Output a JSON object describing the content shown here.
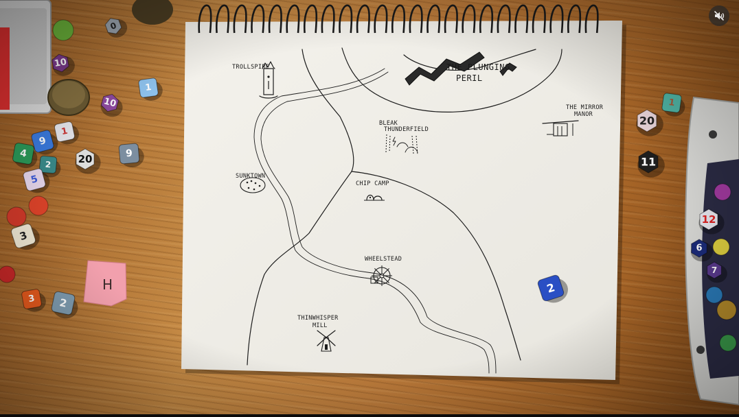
{
  "video": {
    "mute_icon": "muted-speaker-icon",
    "mute_state": "muted"
  },
  "map": {
    "labels": {
      "trollspire": "TROLLSPIRE",
      "plunging_peril_1": "THE PLUNGING",
      "plunging_peril_2": "PERIL",
      "mirror_manor_1": "THE MIRROR",
      "mirror_manor_2": "MANOR",
      "bleak_1": "BLEAK",
      "bleak_2": "THUNDERFIELD",
      "sunktown": "SUNKTOWN",
      "chip_camp": "CHIP CAMP",
      "wheelstead": "WHEELSTEAD",
      "thinwhisper_1": "THINWHISPER",
      "thinwhisper_2": "MILL"
    }
  },
  "table": {
    "sticky_note_text": "H",
    "dice": {
      "d10_top": "0",
      "d10_purple": "10",
      "d6_light_blue": "1",
      "d6_blue": "9",
      "d6_white": "1",
      "d6_green": "4",
      "d6_teal": "2",
      "d20_white": "20",
      "d6_grey": "9",
      "d6_pink": "5",
      "d6_cream": "3",
      "d6_orange": "3",
      "d6_blue_grey": "2",
      "d6_map_blue": "2",
      "d20_right_pink": "20",
      "d6_teal_right": "1",
      "d12_black": "11",
      "tray_d12": "12",
      "tray_d20": "6",
      "tray_d10": "7"
    }
  },
  "colors": {
    "paper": "#f2f0ea",
    "ink": "#1c1c1c",
    "tray_felt": "#d9d9d6",
    "sticky_note": "#f2a0ad",
    "map_die": "#2a4fc4"
  }
}
